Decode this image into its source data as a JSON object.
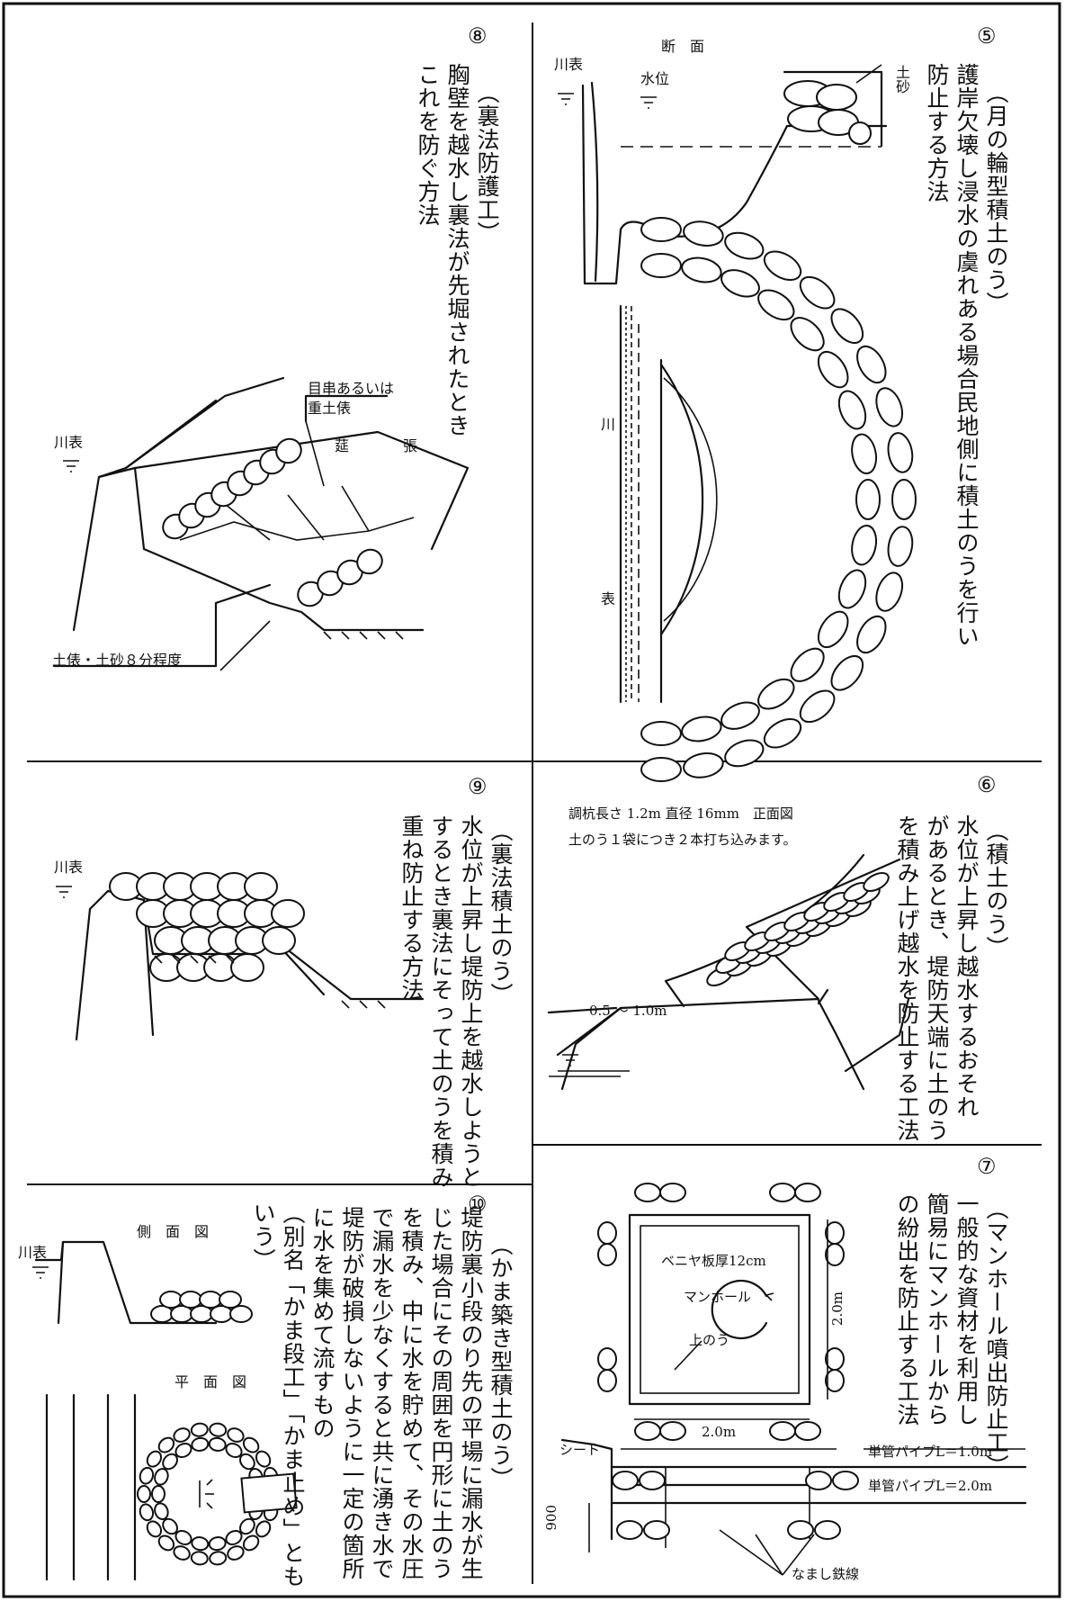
{
  "panels": {
    "p5": {
      "number": "⑤",
      "heading": "（月の輪型積土のう）",
      "body_lines": [
        "護岸欠壊し浸水の虞れある場合民地側に積土のうを行い",
        "防止する方法"
      ],
      "labels": {
        "section": "断　面",
        "river_side": "川表",
        "water_level": "水位",
        "soil": "土砂",
        "river": "川",
        "front": "表"
      }
    },
    "p8": {
      "number": "⑧",
      "heading": "（裏法防護工）",
      "body_lines": [
        "胸壁を越水し裏法が先堀されたとき",
        "これを防ぐ方法"
      ],
      "labels": {
        "river_side": "川表",
        "joint_note_1": "目串あるいは",
        "joint_note_2": "重土俵",
        "mat_1": "莚",
        "mat_2": "張",
        "fill_note": "土俵・土砂８分程度"
      }
    },
    "p6": {
      "number": "⑥",
      "heading": "（積土のう）",
      "body_lines": [
        "水位が上昇し越水するおそれ",
        "があるとき、堤防天端に土のう",
        "を積み上げ越水を防止する工法"
      ],
      "labels": {
        "stake_note_1": "調杭長さ 1.2m 直径 16mm　正面図",
        "stake_note_2": "土のう１袋につき２本打ち込みます。",
        "height": "0.5 ～ 1.0m"
      }
    },
    "p9": {
      "number": "⑨",
      "heading": "（裏法積土のう）",
      "body_lines": [
        "水位が上昇し堤防上を越水しようと",
        "するとき裏法にそって土のうを積み",
        "重ね防止する方法"
      ],
      "labels": {
        "river_side": "川表"
      }
    },
    "p7": {
      "number": "⑦",
      "heading": "（マンホール噴出防止工）",
      "body_lines": [
        "一般的な資材を利用し",
        "簡易にマンホールから",
        "の紛出を防止する工法"
      ],
      "labels": {
        "plywood": "ベニヤ板厚12cm",
        "manhole": "マンホール",
        "sandbag": "上のう",
        "width": "2.0m",
        "height": "2.0m",
        "sheet": "シート",
        "pipe_1": "単管パイプL＝1.0m",
        "pipe_2": "単管パイプL＝2.0m",
        "depth": "900",
        "wire": "なまし鉄線"
      }
    },
    "p10": {
      "number": "⑩",
      "heading": "（かま築き型積土のう）",
      "body_lines": [
        "堤防裏小段のり先の平場に漏水が生",
        "じた場合にその周囲を円形に土のう",
        "を積み、中に水を貯めて、その水圧",
        "で漏水を少なくすると共に湧き水で",
        "堤防が破損しないように一定の箇所",
        "に水を集めて流すもの",
        "（別名「かま段工」「かま止め」とも",
        "いう）"
      ],
      "labels": {
        "side_view": "側　面　図",
        "plan_view": "平　面　図",
        "river_side": "川表"
      }
    }
  },
  "colors": {
    "ink": "#111111",
    "paper": "#ffffff"
  }
}
